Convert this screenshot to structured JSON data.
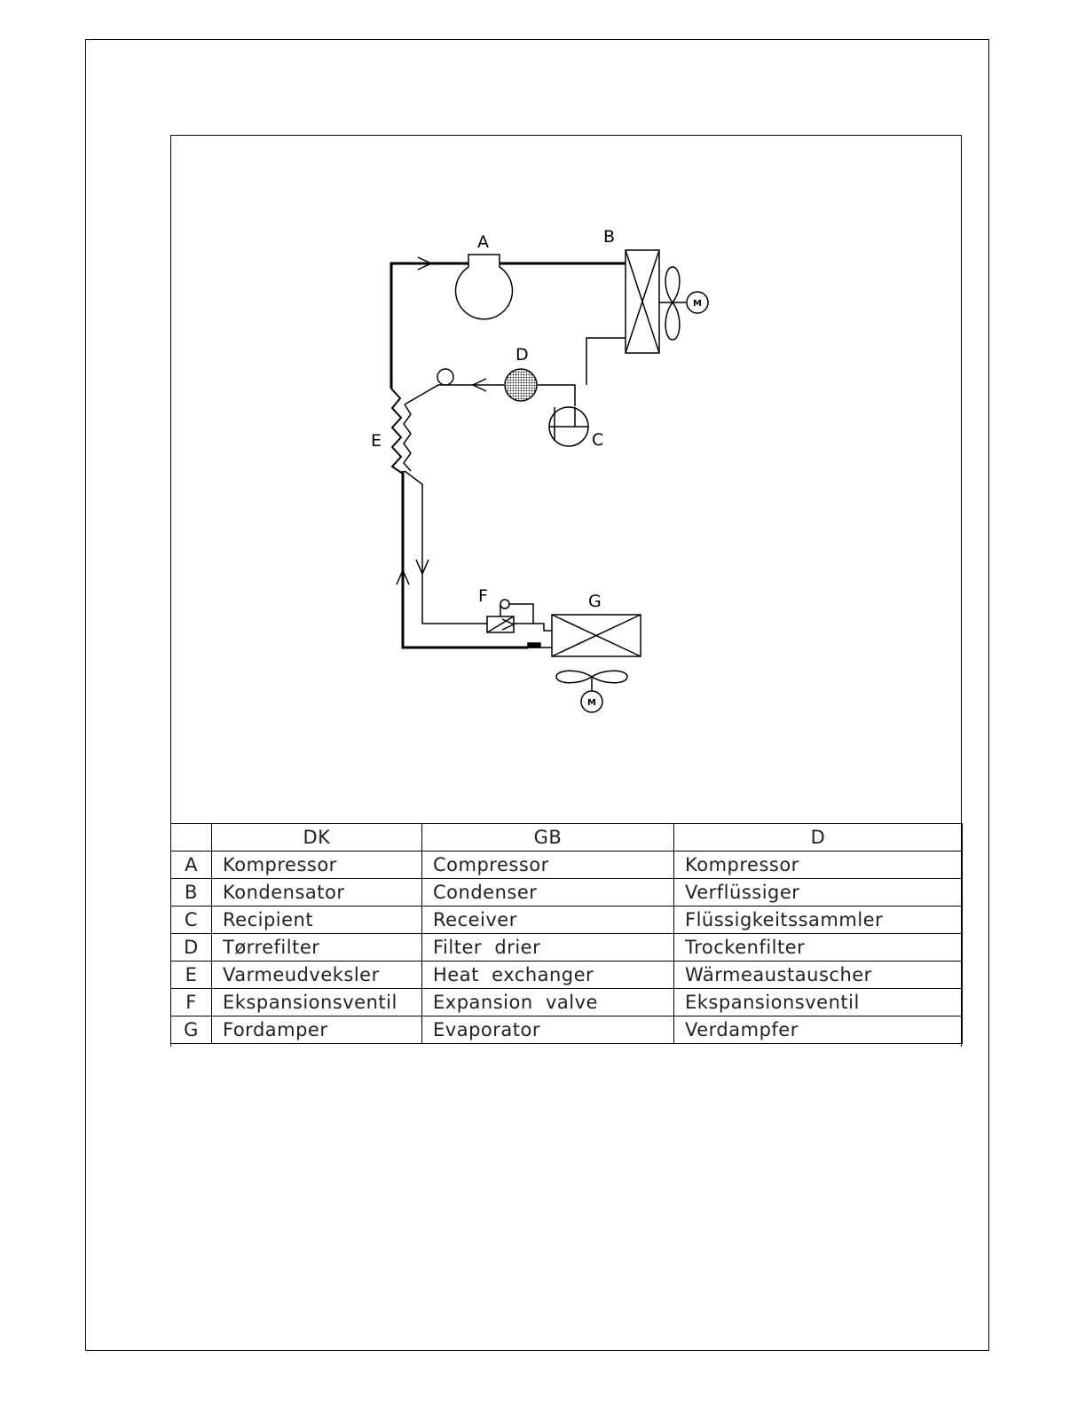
{
  "diagram": {
    "labels": {
      "A": "A",
      "B": "B",
      "C": "C",
      "D": "D",
      "E": "E",
      "F": "F",
      "G": "G",
      "motor_condenser": "M",
      "motor_evaporator": "M"
    }
  },
  "legend": {
    "headers": [
      "",
      "DK",
      "GB",
      "D"
    ],
    "rows": [
      {
        "key": "A",
        "dk": "Kompressor",
        "gb": "Compressor",
        "d": "Kompressor"
      },
      {
        "key": "B",
        "dk": "Kondensator",
        "gb": "Condenser",
        "d": "Verflüssiger"
      },
      {
        "key": "C",
        "dk": "Recipient",
        "gb": "Receiver",
        "d": "Flüssigkeitssammler"
      },
      {
        "key": "D",
        "dk": "Tørrefilter",
        "gb": "Filter  drier",
        "d": "Trockenfilter"
      },
      {
        "key": "E",
        "dk": "Varmeudveksler",
        "gb": "Heat  exchanger",
        "d": "Wärmeaustauscher"
      },
      {
        "key": "F",
        "dk": "Ekspansionsventil",
        "gb": "Expansion  valve",
        "d": "Ekspansionsventil"
      },
      {
        "key": "G",
        "dk": "Fordamper",
        "gb": "Evaporator",
        "d": "Verdampfer"
      }
    ]
  }
}
